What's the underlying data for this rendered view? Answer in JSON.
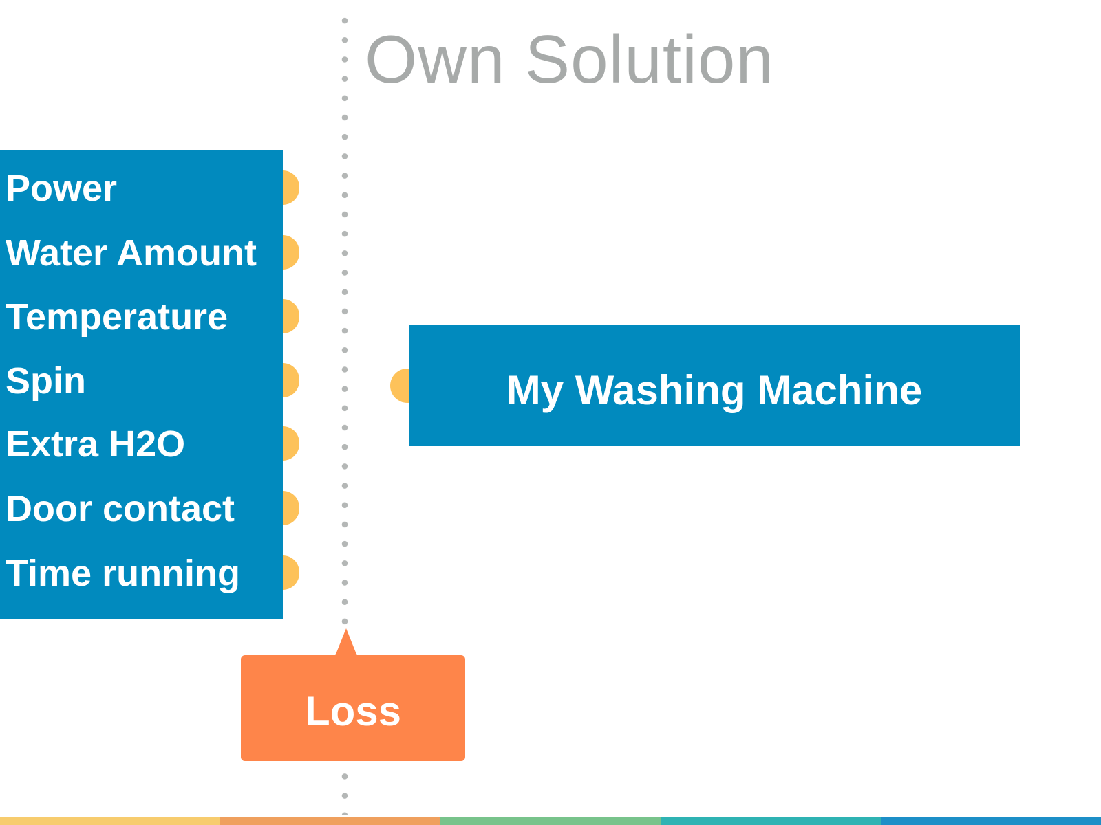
{
  "title": "Own Solution",
  "signals": [
    {
      "label": "Power"
    },
    {
      "label": "Water Amount"
    },
    {
      "label": "Temperature"
    },
    {
      "label": "Spin"
    },
    {
      "label": "Extra H2O"
    },
    {
      "label": "Door contact"
    },
    {
      "label": "Time running"
    }
  ],
  "machine": {
    "label": "My Washing Machine"
  },
  "loss": {
    "label": "Loss"
  },
  "colors": {
    "box_blue": "#018abe",
    "connector_yellow": "#fdc25a",
    "loss_orange": "#fe854a",
    "title_gray": "#a7aaa9",
    "divider_gray": "#b4b7b6"
  },
  "color_bar": [
    "#f7cc6e",
    "#efa05e",
    "#78c38b",
    "#2fb3b3",
    "#1d8fc7"
  ]
}
